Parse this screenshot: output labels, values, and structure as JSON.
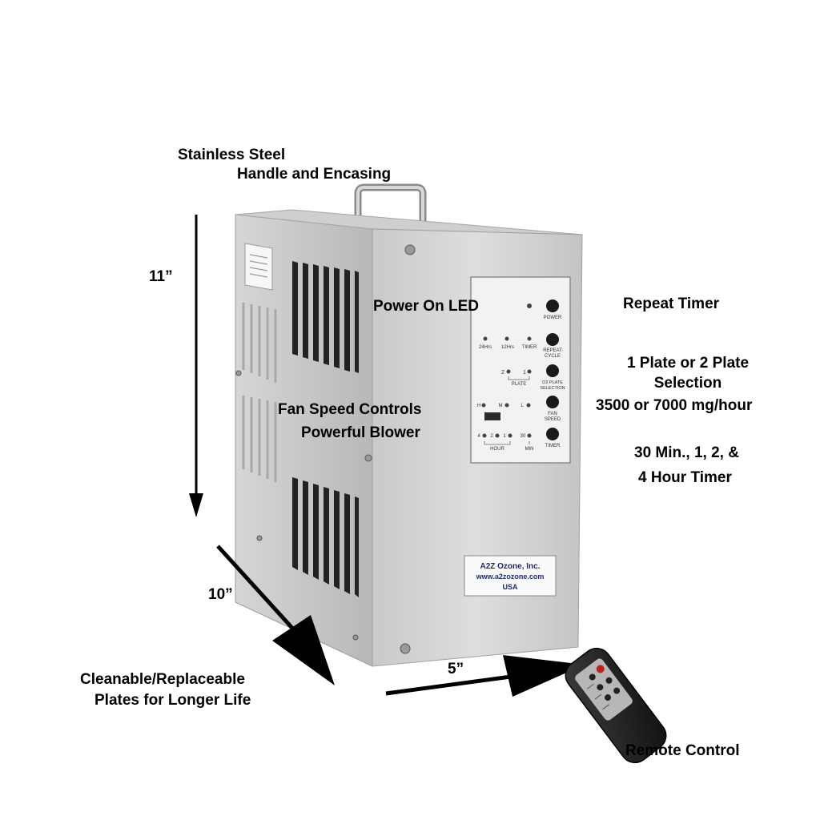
{
  "callouts": {
    "handle_line1": "Stainless Steel",
    "handle_line2": "Handle and Encasing",
    "height": "11”",
    "power_led": "Power On LED",
    "repeat_timer": "Repeat Timer",
    "plate_line1": "1 Plate or 2 Plate",
    "plate_line2": "Selection",
    "plate_line3": "3500 or 7000 mg/hour",
    "fan_line1": "Fan Speed Controls",
    "fan_line2": "Powerful Blower",
    "timer_line1": "30 Min., 1, 2, &",
    "timer_line2": "4 Hour Timer",
    "depth": "10”",
    "width": "5”",
    "plates_line1": "Cleanable/Replaceable",
    "plates_line2": "Plates for Longer Life",
    "remote": "Remote Control"
  },
  "panel": {
    "power": "POWER",
    "h24": "24Hrs",
    "h12": "12Hrs",
    "timer_led": "TIMER",
    "repeat1": "REPEAT",
    "repeat2": "CYCLE",
    "plate2": "2",
    "plate1": "1",
    "plate": "PLATE",
    "o2plate1": "O2 PLATE",
    "o2plate2": "SELECTION",
    "fan_h": "H",
    "fan_m": "M",
    "fan_l": "L",
    "fan1": "FAN",
    "fan2": "SPEED",
    "hr4": "4",
    "hr2": "2",
    "hr1": "1",
    "min30": "30",
    "hour": "HOUR",
    "min": "MIN",
    "timer_btn": "TIMER"
  },
  "label": {
    "company": "A2Z Ozone, Inc.",
    "url": "www.a2zozone.com",
    "country": "USA"
  }
}
